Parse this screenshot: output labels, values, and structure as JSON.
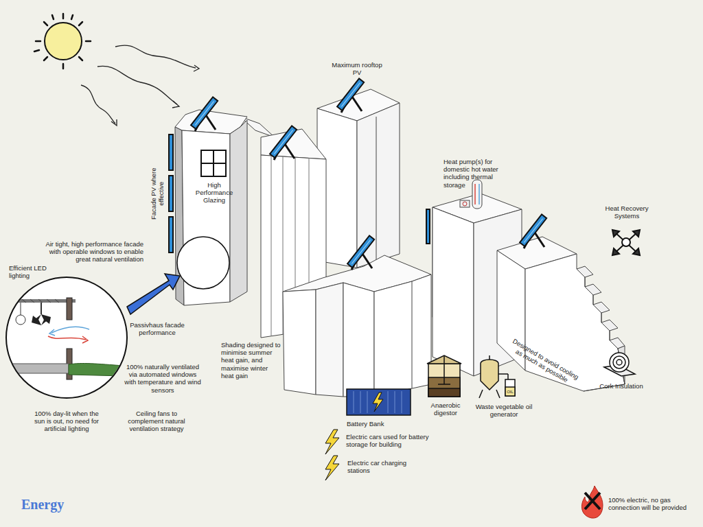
{
  "diagram": {
    "title": "Energy",
    "labels": [
      "Maximum rooftop PV",
      "Facade PV where effective",
      "High Performance Glazing",
      "Heat pump(s) for domestic hot water including thermal storage",
      "Heat Recovery Systems",
      "Air tight, high performance facade with operable windows to enable great natural ventilation",
      "Efficient LED lighting",
      "Passivhaus facade performance",
      "Shading designed to minimise summer heat gain, and maximise winter heat gain",
      "Designed to avoid cooling as much as possible",
      "100% naturally ventilated via automated windows with temperature and wind sensors",
      "Ceiling fans to complement natural ventilation strategy",
      "100% day-lit when the sun is out, no need for artificial lighting",
      "Battery Bank",
      "Anaerobic digestor",
      "Waste vegetable oil generator",
      "Cork Insulation",
      "Electric cars used for battery storage for building",
      "Electric car charging stations",
      "100% electric, no gas connection will be provided",
      "OIL"
    ]
  }
}
